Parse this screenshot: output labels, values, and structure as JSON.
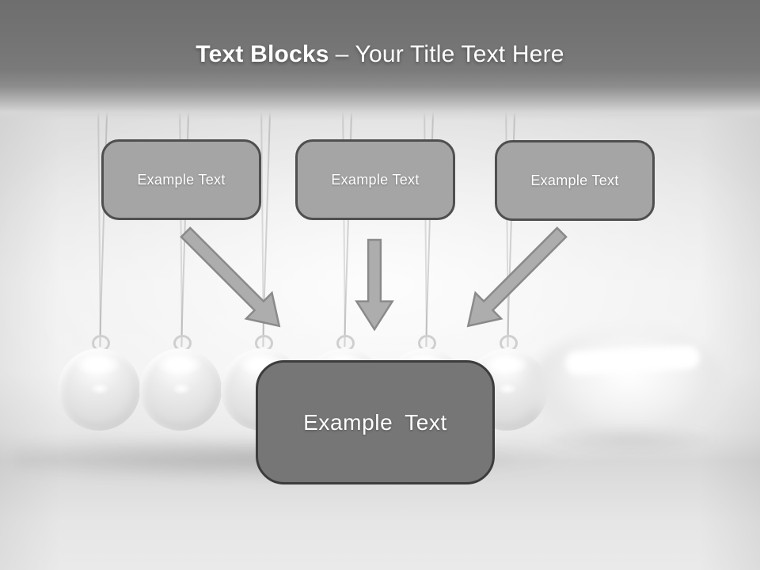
{
  "slide": {
    "title": {
      "emphasis": "Text Blocks",
      "dash": "–",
      "rest": "Your Title Text Here"
    },
    "top_boxes": [
      {
        "label": "Example Text"
      },
      {
        "label": "Example Text"
      },
      {
        "label": "Example Text"
      }
    ],
    "center_box": {
      "label": "Example Text"
    },
    "arrows": [
      {
        "direction": "down-right"
      },
      {
        "direction": "down"
      },
      {
        "direction": "down-left"
      }
    ],
    "background_scene": "Newton's cradle with six hanging metallic balls and one motion-blurred swinging ball",
    "colors": {
      "header_gray": "#747474",
      "box_fill": "#a5a5a5",
      "box_border": "#4f4f4f",
      "center_box_fill": "#767676",
      "center_box_border": "#3c3c3c",
      "arrow_fill": "#adadad",
      "arrow_border": "#8a8a8a",
      "text": "#ffffff"
    }
  }
}
